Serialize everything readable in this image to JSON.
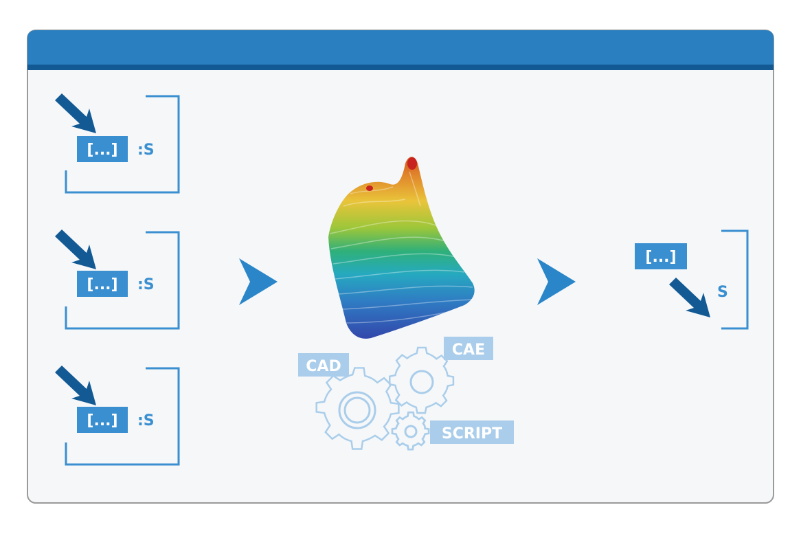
{
  "window": {
    "title": ""
  },
  "inputs": [
    {
      "code": "[...]",
      "suffix": ":S"
    },
    {
      "code": "[...]",
      "suffix": ":S"
    },
    {
      "code": "[...]",
      "suffix": ":S"
    }
  ],
  "tools": {
    "cad": "CAD",
    "cae": "CAE",
    "script": "SCRIPT"
  },
  "output": {
    "code": "[...]",
    "suffix": "S"
  },
  "colors": {
    "title_bar": "#2a7fc0",
    "title_bar_stripe": "#135a94",
    "panel_bg": "#f5f7f9",
    "panel_border": "#9a9a9a",
    "bracket": "#3a8fd0",
    "tag_bg": "#3a8fd0",
    "tag_text": "#ffffff",
    "arrow_dark": "#135a94",
    "flow_arrow": "#2a86c8",
    "gear_stroke": "#a9cdea",
    "tool_tag_bg": "#a9cdea"
  },
  "icons": [
    "diagonal-arrow-icon",
    "flow-arrow-icon",
    "gear-icon",
    "surface-plot-icon",
    "bracket-icon"
  ]
}
